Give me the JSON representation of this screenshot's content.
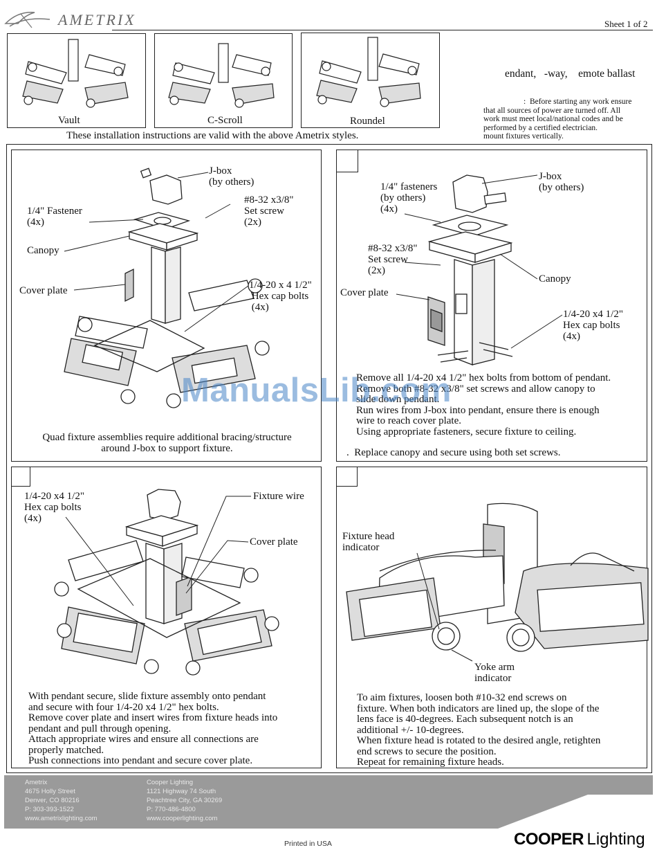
{
  "header": {
    "brand": "AMETRIX",
    "sheet": "Sheet 1 of 2"
  },
  "styles": [
    {
      "name": "Vault"
    },
    {
      "name": "C-Scroll"
    },
    {
      "name": "Roundel"
    }
  ],
  "styles_caption": "These installation instructions are valid with the above Ametrix styles.",
  "intro": {
    "subtitle": "endant,   -way,    emote ballast",
    "warning": [
      ":  Before starting any work ensure",
      "that all sources of power are turned off.  All",
      "work must meet local/national codes and be",
      "performed by a certified electrician.",
      "mount fixtures vertically."
    ]
  },
  "panels": {
    "p1": {
      "labels": {
        "jbox": "J-box\n(by others)",
        "fastener": "1/4\" Fastener\n(4x)",
        "setscrew": "#8-32 x3/8\"\nSet screw\n(2x)",
        "canopy": "Canopy",
        "cover": "Cover plate",
        "bolts": "1/4-20 x 4 1/2\"\n Hex cap bolts\n (4x)"
      },
      "caption": [
        "Quad fixture assemblies require additional bracing/structure",
        "around J-box to support fixture."
      ]
    },
    "p2": {
      "labels": {
        "jbox": "J-box\n(by others)",
        "fasteners": "1/4\" fasteners\n(by others)\n(4x)",
        "setscrew": "#8-32 x3/8\"\nSet screw\n(2x)",
        "canopy": "Canopy",
        "cover": "Cover plate",
        "bolts": "1/4-20 x4 1/2\"\nHex cap bolts\n(4x)"
      },
      "steps": [
        "Remove all 1/4-20 x4 1/2\" hex bolts from bottom of pendant.",
        "Remove both #8-32 x3/8\" set screws and allow canopy to",
        "slide down pendant.",
        "Run wires from J-box into pendant, ensure there is enough",
        "wire to reach cover plate.",
        "Using appropriate fasteners, secure fixture to ceiling."
      ],
      "last_step": ".  Replace canopy and secure using both set screws."
    },
    "p3": {
      "labels": {
        "bolts": "1/4-20 x4 1/2\"\nHex cap bolts\n(4x)",
        "wire": "Fixture wire",
        "cover": "Cover plate"
      },
      "steps": [
        "With pendant secure, slide fixture assembly onto pendant",
        "and secure with four 1/4-20 x4 1/2\" hex bolts.",
        "Remove cover plate and insert wires from fixture heads into",
        "pendant and pull through opening.",
        "Attach appropriate wires and ensure all connections are",
        "properly matched.",
        "Push connections into pendant and secure cover plate."
      ]
    },
    "p4": {
      "labels": {
        "head": "Fixture head\nindicator",
        "yoke": "Yoke arm\nindicator"
      },
      "steps": [
        "To aim fixtures, loosen both #10-32 end screws on",
        "fixture.  When both indicators are lined up, the slope of the",
        "lens face is 40-degrees.  Each subsequent notch is an",
        "additional +/- 10-degrees.",
        "When fixture head is rotated to the desired angle, retighten",
        "end screws to secure the position.",
        "Repeat for remaining fixture heads."
      ]
    }
  },
  "watermark": "ManualsLib.com",
  "footer": {
    "ametrix": [
      "Ametrix",
      "4675 Holly Street",
      "Denver, CO 80216",
      "P: 303-393-1522",
      "www.ametrixlighting.com"
    ],
    "cooper": [
      "Cooper Lighting",
      "1121 Highway 74 South",
      "Peachtree City, GA 30269",
      "P: 770-486-4800",
      "www.cooperlighting.com"
    ],
    "printed": "Printed in USA",
    "logo_bold": "COOPER",
    "logo_light": "Lighting"
  },
  "colors": {
    "footer_band": "#9a9a9a",
    "watermark": "#4a86c8"
  }
}
